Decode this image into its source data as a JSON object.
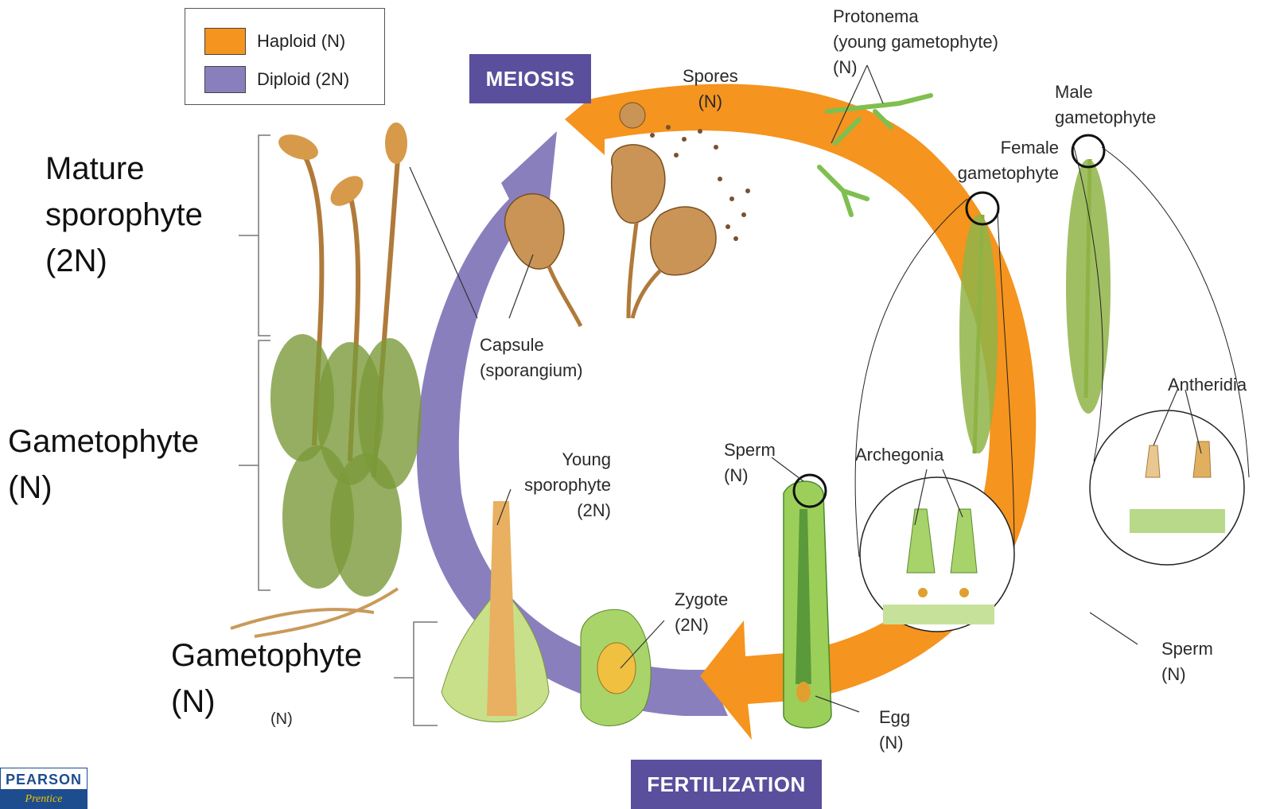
{
  "legend": {
    "haploid_label": "Haploid (N)",
    "diploid_label": "Diploid (2N)",
    "haploid_color": "#f5941e",
    "diploid_color": "#8a7fbd"
  },
  "banners": {
    "meiosis": "MEIOSIS",
    "fertilization": "FERTILIZATION"
  },
  "overlay_labels": {
    "mature_sporophyte": [
      "Mature",
      "sporophyte",
      "(2N)"
    ],
    "gametophyte_middle": [
      "Gametophyte",
      "(N)"
    ],
    "gametophyte_bottom": [
      "Gametophyte",
      "(N)"
    ]
  },
  "labels": {
    "spores": [
      "Spores",
      "(N)"
    ],
    "protonema": [
      "Protonema",
      "(young gametophyte)",
      "(N)"
    ],
    "male_gametophyte": [
      "Male",
      "gametophyte"
    ],
    "female_gametophyte": [
      "Female",
      "gametophyte"
    ],
    "capsule": [
      "Capsule",
      "(sporangium)"
    ],
    "antheridia": "Antheridia",
    "sperm_top": [
      "Sperm",
      "(N)"
    ],
    "archegonia": "Archegonia",
    "young_sporophyte": [
      "Young",
      "sporophyte",
      "(2N)"
    ],
    "zygote": [
      "Zygote",
      "(2N)"
    ],
    "sperm_right": [
      "Sperm",
      "(N)"
    ],
    "egg": [
      "Egg",
      "(N)"
    ],
    "small_n": "(N)"
  },
  "logo": {
    "brand": "PEARSON",
    "sub": "Prentice"
  }
}
